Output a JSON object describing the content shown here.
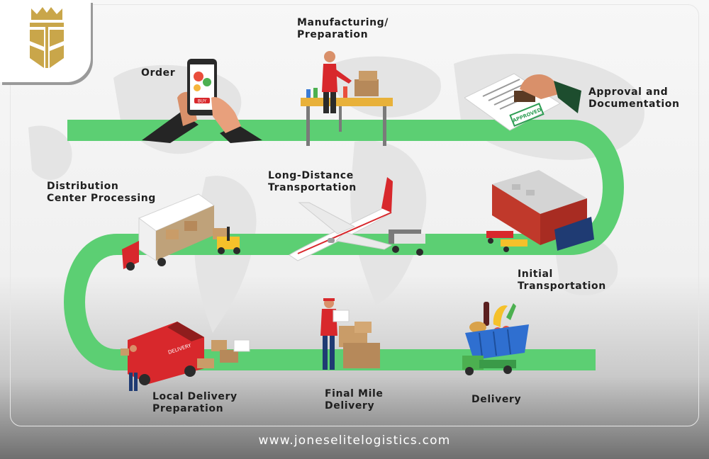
{
  "steps": {
    "manufacturing": [
      "Manufacturing/",
      "Preparation"
    ],
    "order": [
      "Order"
    ],
    "approval": [
      "Approval and",
      "Documentation"
    ],
    "distribution": [
      "Distribution",
      "Center Processing"
    ],
    "long_distance": [
      "Long-Distance",
      "Transportation"
    ],
    "initial": [
      "Initial",
      "Transportation"
    ],
    "local_delivery": [
      "Local Delivery",
      "Preparation"
    ],
    "final_mile": [
      "Final Mile",
      "Delivery"
    ],
    "delivery": [
      "Delivery"
    ]
  },
  "phone_button": "BUY",
  "stamp_text": "APPROVED",
  "van_text": "DELIVERY",
  "footer": "www.joneselitelogistics.com",
  "colors": {
    "path": "#5ccf73",
    "brand_gold": "#c9a64a",
    "accent_red": "#d8282c"
  }
}
